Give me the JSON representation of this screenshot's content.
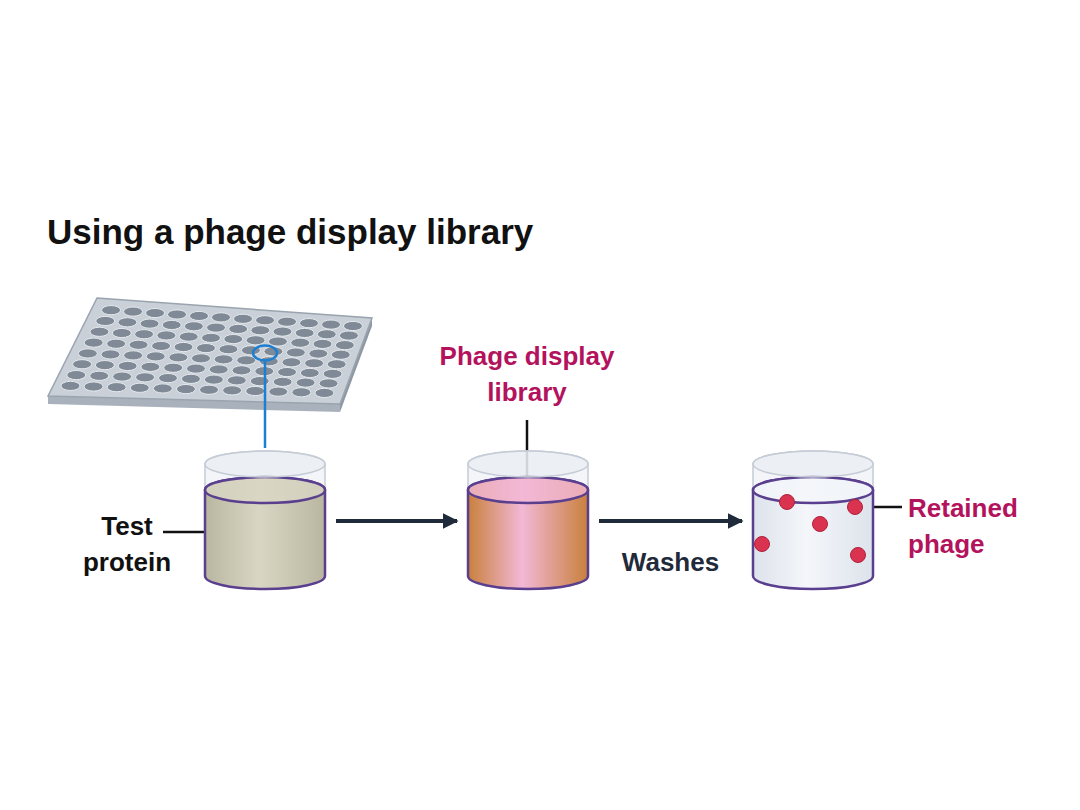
{
  "diagram": {
    "title": "Using a phage display library",
    "nodes": [
      {
        "text": [
          "Test protein"
        ]
      },
      {
        "text": [
          "Phage display library"
        ]
      },
      {
        "text": [
          "Retained phage"
        ]
      }
    ],
    "edges": [
      {
        "from": 0,
        "to": 1,
        "arrow": "to"
      },
      {
        "from": 1,
        "to": 2,
        "label": "Washes",
        "arrow": "to"
      }
    ]
  }
}
